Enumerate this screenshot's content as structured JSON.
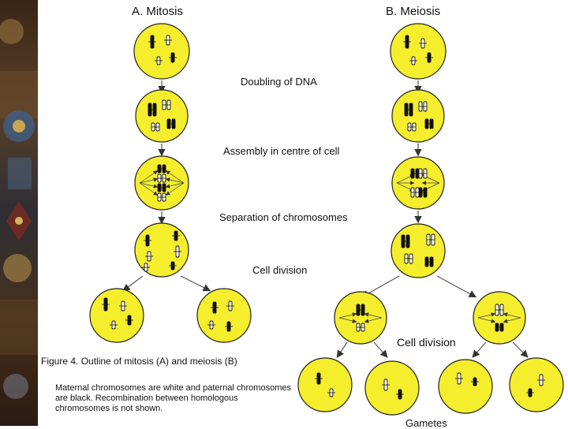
{
  "titles": {
    "mitosis": "A. Mitosis",
    "meiosis": "B. Meiosis"
  },
  "steps": {
    "doubling": "Doubling of DNA",
    "assembly": "Assembly in centre of cell",
    "separation": "Separation of chromosomes",
    "cell_division_mitosis": "Cell division",
    "cell_division_meiosis": "Cell division"
  },
  "caption": "Figure 4.  Outline of mitosis (A) and meiosis (B)",
  "note": "Maternal chromosomes are white and paternal chromosomes are black. Recombination between homologous chromosomes is not shown.",
  "gametes_label": "Gametes",
  "colors": {
    "cell_fill": "#f5ee2c",
    "cell_stroke": "#222222",
    "background": "#ffffff"
  }
}
